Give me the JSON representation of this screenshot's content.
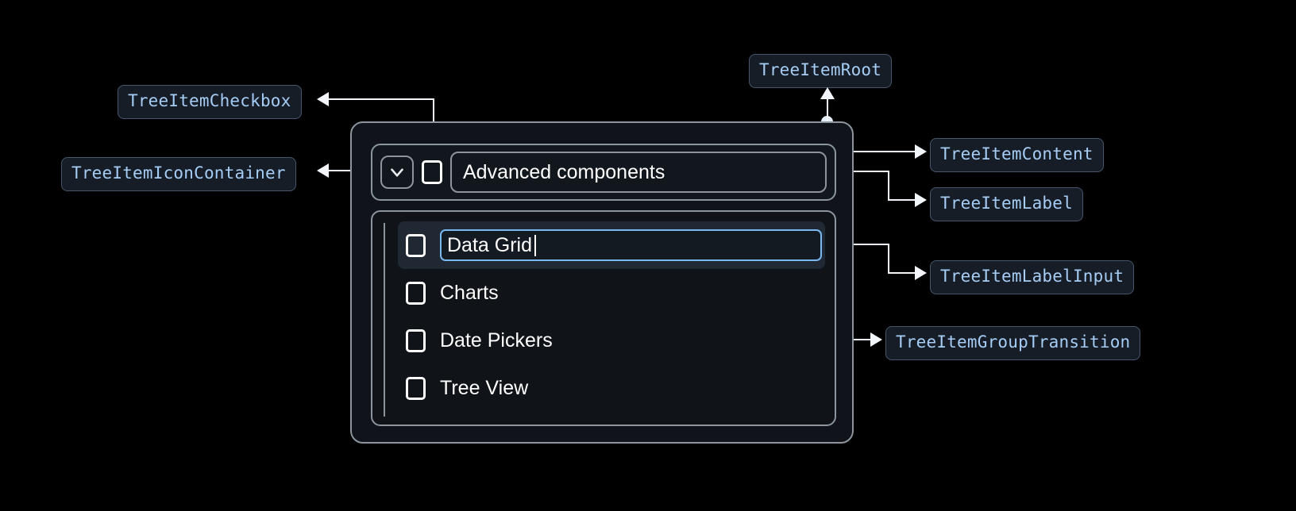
{
  "annotations": [
    {
      "id": "checkbox",
      "label": "TreeItemCheckbox"
    },
    {
      "id": "icon_container",
      "label": "TreeItemIconContainer"
    },
    {
      "id": "root",
      "label": "TreeItemRoot"
    },
    {
      "id": "content",
      "label": "TreeItemContent"
    },
    {
      "id": "item_label",
      "label": "TreeItemLabel"
    },
    {
      "id": "label_input",
      "label": "TreeItemLabelInput"
    },
    {
      "id": "group_transition",
      "label": "TreeItemGroupTransition"
    }
  ],
  "tree": {
    "root_item": {
      "label": "Advanced components",
      "expanded": true,
      "checked": false,
      "icon": "chevron-down-icon"
    },
    "children": [
      {
        "label": "Data Grid",
        "checked": false,
        "editing": true,
        "selected": true
      },
      {
        "label": "Charts",
        "checked": false,
        "editing": false,
        "selected": false
      },
      {
        "label": "Date Pickers",
        "checked": false,
        "editing": false,
        "selected": false
      },
      {
        "label": "Tree View",
        "checked": false,
        "editing": false,
        "selected": false
      }
    ]
  },
  "colors": {
    "background": "#000000",
    "chip_bg": "#161d27",
    "chip_border": "#46566b",
    "chip_text": "#a6cdf5",
    "connector": "#f2f6fb",
    "widget_border": "#8c949d",
    "selected_row_bg": "#1f2833",
    "input_focus_border": "#79b8f0",
    "text": "#ffffff"
  }
}
